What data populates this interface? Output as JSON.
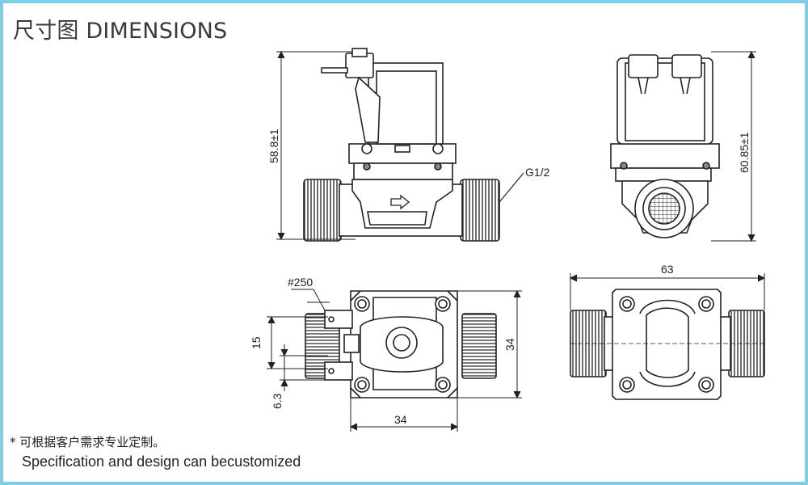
{
  "header": {
    "title": "尺寸图 DIMENSIONS"
  },
  "dimensions": {
    "front_height": "58.8±1",
    "thread_label": "G1/2",
    "side_height": "60.85±1",
    "terminal_label": "#250",
    "terminal_pitch": "15",
    "terminal_width": "6.3",
    "body_width": "34",
    "body_depth": "34",
    "overall_length": "63"
  },
  "footnote": {
    "cn": "* 可根据客户需求专业定制。",
    "en": "Specification and design can becustomized"
  },
  "colors": {
    "border": "#7ccfe6",
    "line": "#222222",
    "fill": "#ffffff",
    "shade": "#d8d8d8"
  }
}
